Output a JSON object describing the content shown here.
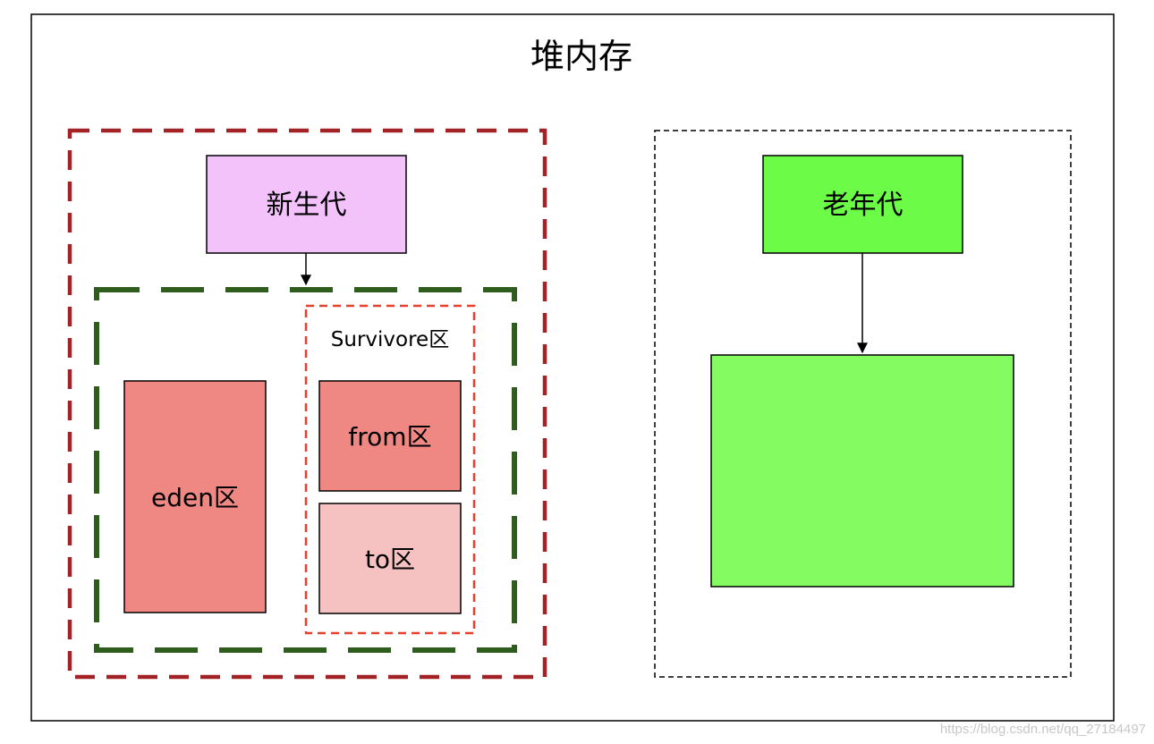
{
  "title": "堆内存",
  "young_generation": {
    "label": "新生代",
    "eden": {
      "label": "eden区"
    },
    "survivor": {
      "label": "Survivore区",
      "from": {
        "label": "from区"
      },
      "to": {
        "label": "to区"
      }
    }
  },
  "old_generation": {
    "label": "老年代"
  },
  "watermark": "https://blog.csdn.net/qq_27184497",
  "colors": {
    "young_label_fill": "#f3c2fb",
    "old_label_fill": "#6cfb46",
    "old_area_fill": "#84fb60",
    "eden_fill": "#ef8883",
    "from_fill": "#ef8883",
    "to_fill": "#f5c2c1",
    "young_border": "#a32226",
    "inner_young_border": "#2f5d1e",
    "survivor_border": "#e6402f",
    "old_border": "#000000"
  }
}
